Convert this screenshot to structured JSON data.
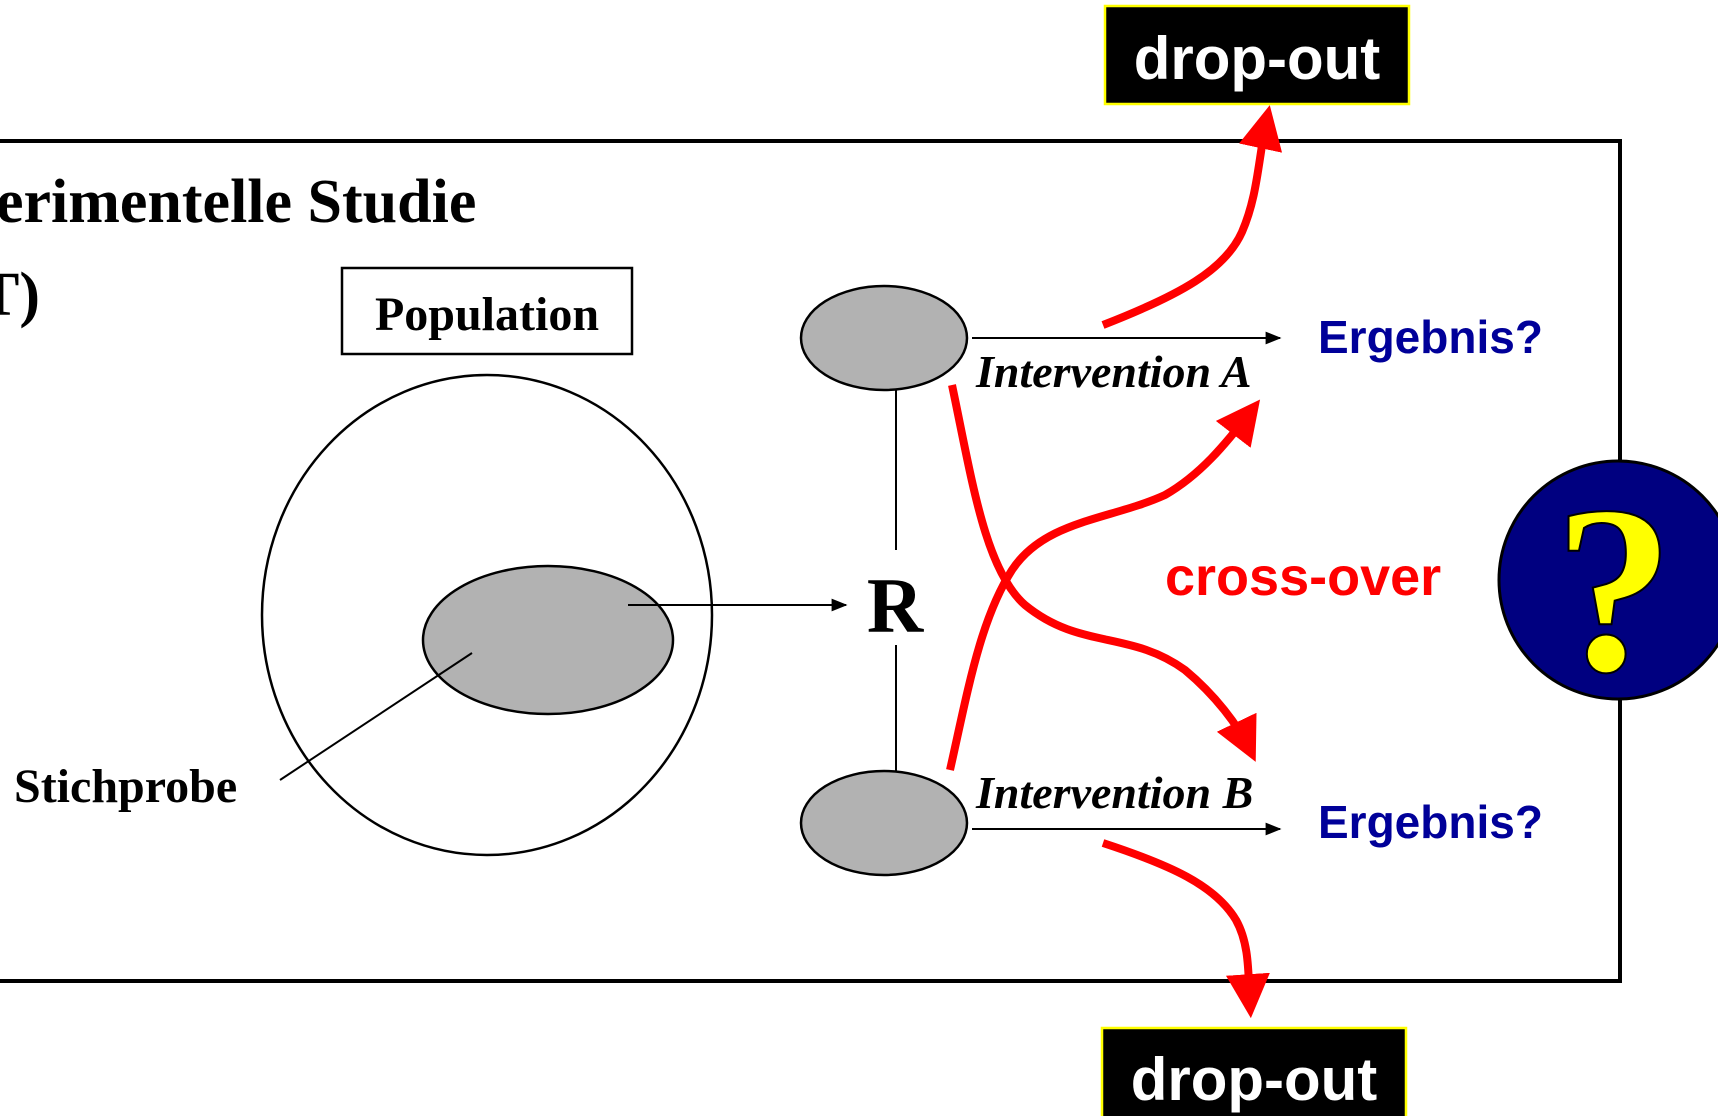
{
  "title": {
    "line1": "erimentelle Studie",
    "line2": "T)"
  },
  "labels": {
    "population": "Population",
    "sample": "Stichprobe",
    "randomization": "R",
    "intervention_a": "Intervention A",
    "intervention_b": "Intervention B",
    "result_a": "Ergebnis?",
    "result_b": "Ergebnis?",
    "cross_over": "cross-over",
    "drop_out_top": "drop-out",
    "drop_out_bottom": "drop-out",
    "question_mark": "?"
  },
  "colors": {
    "red": "#ff0000",
    "navy": "#000099",
    "gray_fill": "#b2b2b2",
    "badge_bg": "#000000",
    "badge_text": "#ffffff",
    "badge_border": "#ffff00",
    "question_circle": "#000080",
    "question_mark": "#ffff00"
  }
}
